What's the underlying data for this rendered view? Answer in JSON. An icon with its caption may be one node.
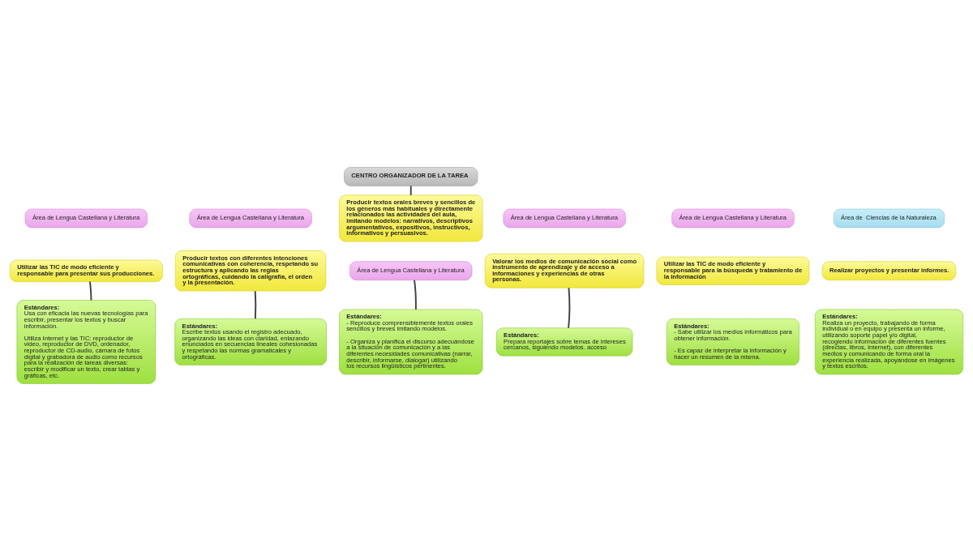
{
  "diagram": {
    "nodes": [
      {
        "text": [
          "CENTRO ORGANIZADOR DE LA TAREA"
        ]
      },
      {
        "text": [
          "Área de Lengua Castellana y Literatura"
        ]
      },
      {
        "text": [
          "Utilizar las TIC de modo eficiente y responsable para presentar sus producciones."
        ]
      },
      {
        "text": [
          "Estándares:",
          "Usa con eficacia las nuevas tecnologías para escribir, presentar los textos y buscar información.",
          "Utiliza Internet y las TIC: reproductor de video, reproductor de DVD, ordenador, reproductor de CD-audio, cámara de fotos digital y grabadora de audio como recursos para la realización de tareas diversas: escribir y modificar un texto, crear tablas y gráficas, etc."
        ]
      },
      {
        "text": [
          "Valorar los medios de comunicación social como instrumento de aprendizaje y de acceso a informaciones y experiencias de otras personas."
        ]
      },
      {
        "text": [
          "Área de Lengua Castellana y Literatura"
        ]
      },
      {
        "text": [
          "Estándares:",
          "Prepara reportajes sobre temas de intereses cercanos, siguiendo modelos. acceso"
        ]
      },
      {
        "text": [
          "Producir textos orales breves y sencillos de los géneros más habituales y directamente relacionados las actividades del aula, imitando modelos: narrativos, descriptivos argumentativos, expositivos, instructivos, informativos y persuasivos."
        ]
      },
      {
        "text": [
          "Área de Lengua Castellana y Literatura"
        ]
      },
      {
        "text": [
          "Área de Lengua Castellana y Literatura"
        ]
      },
      {
        "text": [
          "Utilizar las TIC de modo eficiente y responsable para la búsqueda y tratamiento de la información"
        ]
      },
      {
        "text": [
          "Estándares:",
          "- Sabe utilizar los medios informáticos para obtener información.",
          "- Es capaz de interpretar la información y hacer un resumen de la misma."
        ]
      },
      {
        "text": [
          "Área de Lengua Castellana y Literatura"
        ]
      },
      {
        "text": [
          "Producir textos con diferentes intenciones comunicativas con coherencia, respetando su estructura y aplicando las reglas ortográficas, cuidando la caligrafía, el orden y la presentación."
        ]
      },
      {
        "text": [
          "Estándares:",
          "Escribe textos usando el registro adecuado, organizando las ideas con claridad, enlazando enunciados en secuencias lineales cohesionadas y respetando las normas gramaticales y ortográficas."
        ]
      },
      {
        "text": [
          "Área de  Ciencias de la Naturaleza"
        ]
      },
      {
        "text": [
          "Realizar proyectos y presentar informes."
        ]
      },
      {
        "text": [
          "Estándares:",
          "Realiza un proyecto, trabajando de forma individual o en equipo y presenta un informe, utilizando soporte papel y/o digital, recogiendo información de diferentes fuentes (directas, libros, Internet), con diferentes medios y comunicando de forma oral la experiencia realizada, apoyándose en imágenes y textos escritos."
        ]
      },
      {
        "text": [
          "Estándares:",
          "- Reproduce comprensiblemente textos orales sencillos y breves imitando modelos.",
          "- Organiza y planifica el discurso adecuándose a la situación de comunicación y a las diferentes necesidades comunicativas (narrar, describir, informarse, dialogar) utilizando los recursos lingüísticos pertinentes."
        ]
      }
    ],
    "edges": [
      {
        "from": 0,
        "to": 7,
        "arrow": "none"
      },
      {
        "from": 8,
        "to": 18,
        "arrow": "none"
      },
      {
        "from": 2,
        "to": 3,
        "arrow": "none"
      },
      {
        "from": 4,
        "to": 6,
        "arrow": "none"
      },
      {
        "from": 13,
        "to": 14,
        "arrow": "none"
      }
    ]
  }
}
